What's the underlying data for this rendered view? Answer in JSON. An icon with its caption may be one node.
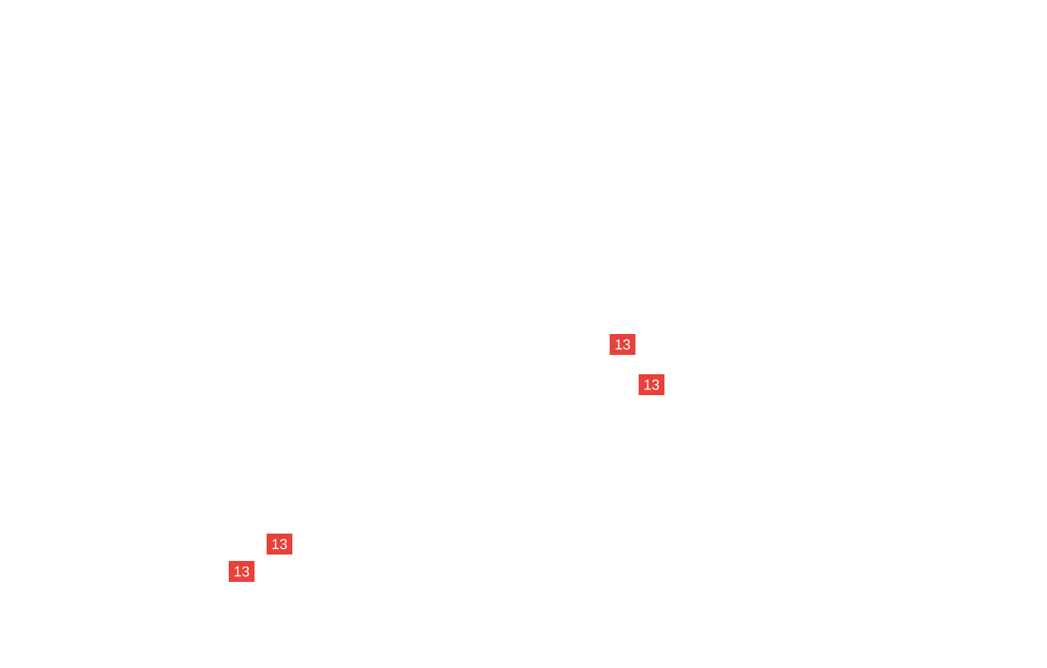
{
  "diagram": {
    "labels": [
      "13",
      "13",
      "13",
      "13"
    ]
  }
}
